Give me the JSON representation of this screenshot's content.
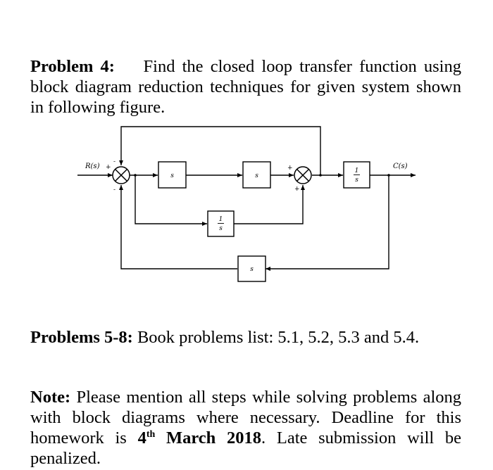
{
  "problem4": {
    "heading": "Problem 4:",
    "text": "Find the closed loop transfer function using block diagram reduction techniques for given system shown in following figure."
  },
  "diagram": {
    "input_label": "R(s)",
    "output_label": "C(s)",
    "block1": "s",
    "block2": "s",
    "block3_num": "1",
    "block3_den": "s",
    "block4_num": "1",
    "block4_den": "s",
    "block5": "s",
    "signs": {
      "sum1_plus": "+",
      "sum1_top": "-",
      "sum1_bottom": "-",
      "sum2_left": "+",
      "sum2_bottom": "+"
    }
  },
  "problems5_8": {
    "heading": "Problems 5-8:",
    "text": "Book problems list: 5.1, 5.2, 5.3 and 5.4."
  },
  "note": {
    "heading": "Note:",
    "text1": "Please mention all steps while solving problems along with block diagrams where necessary. Deadline for this homework is",
    "date_num": "4",
    "date_sup": "th",
    "date_rest": "March 2018",
    "text2": ". Late submission will be penalized."
  }
}
